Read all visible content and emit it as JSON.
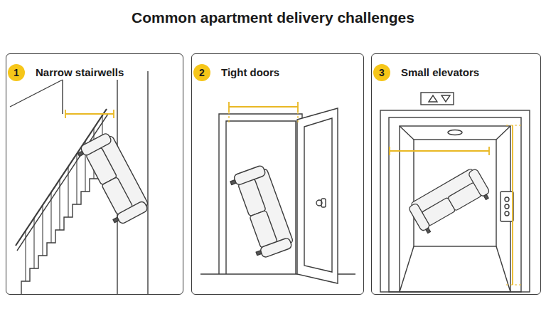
{
  "diagram": {
    "title": "Common apartment delivery challenges",
    "nodes": [
      {
        "text": [
          "Narrow stairwells"
        ]
      },
      {
        "text": [
          "1"
        ],
        "in": 0
      },
      {
        "text": [
          "Tight doors"
        ]
      },
      {
        "text": [
          "2"
        ],
        "in": 2
      },
      {
        "text": [
          "Small elevators"
        ]
      },
      {
        "text": [
          "3"
        ],
        "in": 4
      }
    ]
  }
}
